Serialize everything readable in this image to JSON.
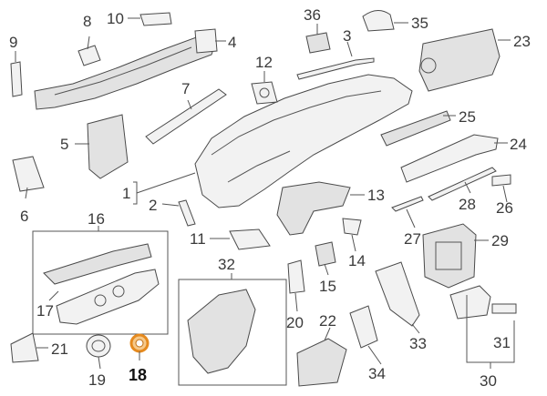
{
  "callouts": {
    "c1": "1",
    "c2": "2",
    "c3": "3",
    "c4": "4",
    "c5": "5",
    "c6": "6",
    "c7": "7",
    "c8": "8",
    "c9": "9",
    "c10": "10",
    "c11": "11",
    "c12": "12",
    "c13": "13",
    "c14": "14",
    "c15": "15",
    "c16": "16",
    "c17": "17",
    "c18": "18",
    "c19": "19",
    "c20": "20",
    "c21": "21",
    "c22": "22",
    "c23": "23",
    "c24": "24",
    "c25": "25",
    "c26": "26",
    "c27": "27",
    "c28": "28",
    "c29": "29",
    "c30": "30",
    "c31": "31",
    "c32": "32",
    "c33": "33",
    "c34": "34",
    "c35": "35",
    "c36": "36"
  },
  "colors": {
    "highlight_part": "#e58a1f",
    "line": "#555555",
    "text": "#3a3a3a"
  }
}
